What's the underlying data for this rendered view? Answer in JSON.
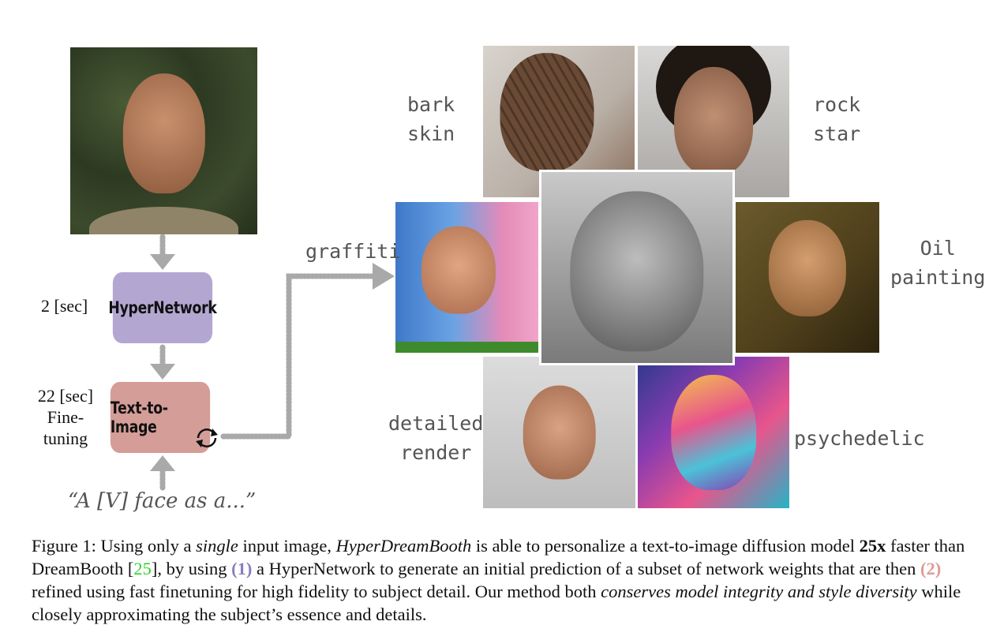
{
  "diagram": {
    "hypernetwork_label": "HyperNetwork",
    "t2i_label": "Text-to-Image",
    "time_hypernetwork": "2 [sec]",
    "time_finetune_line1": "22 [sec]",
    "time_finetune_line2": "Fine-",
    "time_finetune_line3": "tuning",
    "prompt": "“A [V] face as a...”",
    "refresh_icon": "cycle-arrows-icon"
  },
  "styles": {
    "bark_line1": "bark",
    "bark_line2": "skin",
    "rock_line1": "rock",
    "rock_line2": "star",
    "graffiti": "graffiti",
    "oil_line1": "Oil",
    "oil_line2": "painting",
    "detailed_line1": "detailed",
    "detailed_line2": "render",
    "psychedelic": "psychedelic"
  },
  "caption": {
    "fig_label": "Figure 1: Using only a ",
    "single": "single",
    "part1": " input image, ",
    "method": "HyperDreamBooth",
    "part2": " is able to personalize a text-to-image diffusion model ",
    "speed": "25x",
    "part3": " faster than DreamBooth [",
    "ref": "25",
    "part4": "], by using ",
    "step1": "(1)",
    "part5": " a HyperNetwork to generate an initial prediction of a subset of network weights that are then ",
    "step2": "(2)",
    "part6": " refined using fast finetuning for high fidelity to subject detail. Our method both ",
    "conserves": "conserves model integrity and style diversity",
    "part7": " while closely approximating the subject’s essence and details."
  },
  "colors": {
    "hypernetwork_box": "#b3a7d2",
    "t2i_box": "#d59d98",
    "arrow": "#a9a9a9",
    "ref_green": "#2fd12f",
    "step1_purple": "#8a7dbd",
    "step2_pink": "#e09a94"
  }
}
